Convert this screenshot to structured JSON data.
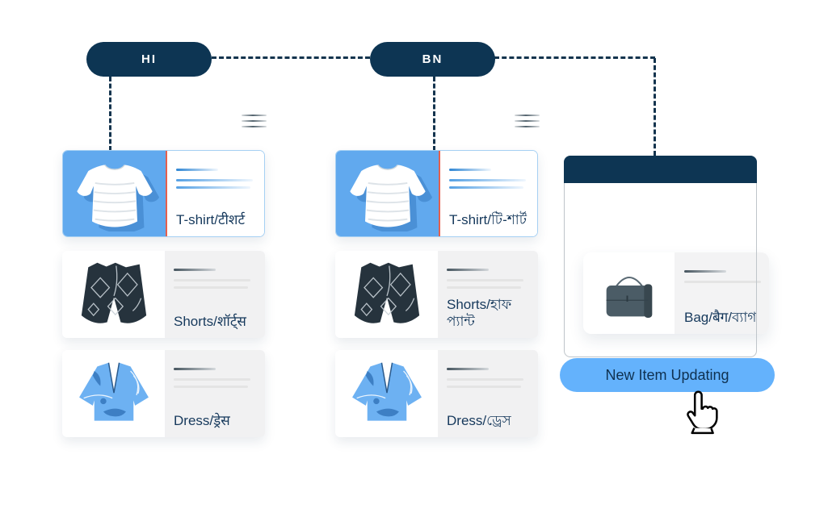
{
  "language_tabs": [
    {
      "label": "HI"
    },
    {
      "label": "BN"
    }
  ],
  "columns": [
    {
      "language": "HI",
      "items": [
        {
          "name": "t-shirt",
          "label": "T-shirt/टीशर्ट"
        },
        {
          "name": "shorts",
          "label": "Shorts/शॉर्ट्स"
        },
        {
          "name": "dress",
          "label": "Dress/ड्रेस"
        }
      ]
    },
    {
      "language": "BN",
      "items": [
        {
          "name": "t-shirt",
          "label": "T-shirt/টি-শার্ট"
        },
        {
          "name": "shorts",
          "label": "Shorts/হাফ প্যান্ট"
        },
        {
          "name": "dress",
          "label": "Dress/ড্রেস"
        }
      ]
    }
  ],
  "new_item_panel": {
    "item": {
      "name": "bag",
      "label": "Bag/बैग/ব্যাগ"
    },
    "button_label": "New Item Updating"
  },
  "icons": {
    "menu": "hamburger-menu",
    "cursor": "hand-pointer-cursor"
  },
  "colors": {
    "navy": "#0d3553",
    "tile_blue": "#61a9ee",
    "button_blue": "#64b2fc",
    "divider_red": "#e4604e",
    "text_navy": "#16395c",
    "connector": "#14344e"
  }
}
